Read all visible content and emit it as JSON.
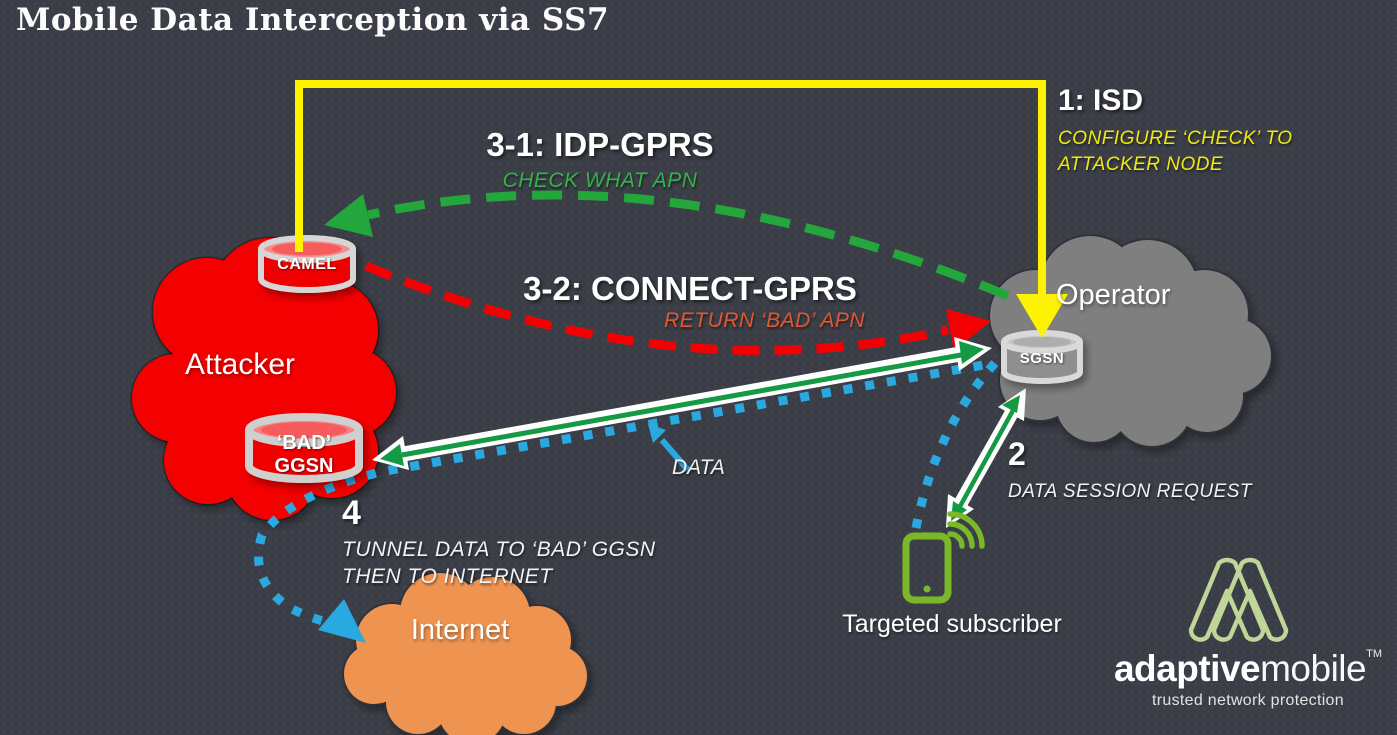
{
  "title": "Mobile Data Interception via SS7",
  "steps": {
    "step1": {
      "label": "1: ISD",
      "note": "CONFIGURE ‘CHECK’ TO\nATTACKER NODE"
    },
    "step2": {
      "label": "2",
      "note": "DATA SESSION REQUEST"
    },
    "step3_1": {
      "label": "3-1: IDP-GPRS",
      "note": "CHECK WHAT APN"
    },
    "step3_2": {
      "label": "3-2: CONNECT-GPRS",
      "note": "RETURN ‘BAD’ APN"
    },
    "step4": {
      "label": "4",
      "note": "TUNNEL DATA TO ‘BAD’ GGSN\nTHEN TO INTERNET"
    }
  },
  "nodes": {
    "attacker": {
      "label": "Attacker"
    },
    "operator": {
      "label": "Operator"
    },
    "internet": {
      "label": "Internet"
    },
    "camel": {
      "label": "CAMEL"
    },
    "bad_ggsn": {
      "label": "‘BAD’\nGGSN"
    },
    "sgsn": {
      "label": "SGSN"
    },
    "subscriber": {
      "label": "Targeted subscriber"
    }
  },
  "annotations": {
    "data_label": "DATA"
  },
  "logo": {
    "brand_bold": "adaptive",
    "brand_light": "mobile",
    "trademark": "TM",
    "tagline": "trusted network protection"
  },
  "colors": {
    "background": "#3b3e47",
    "attacker_red": "#f40000",
    "operator_gray": "#7f7f7f",
    "internet_orange": "#ef9350",
    "yellow_arrow": "#fdf200",
    "green_dash": "#23a63c",
    "red_dash": "#f50002",
    "blue_dots": "#2aa9e1",
    "arrow_green_core": "#149a43",
    "phone_green": "#7ab829",
    "logo_green": "#c0d598"
  }
}
